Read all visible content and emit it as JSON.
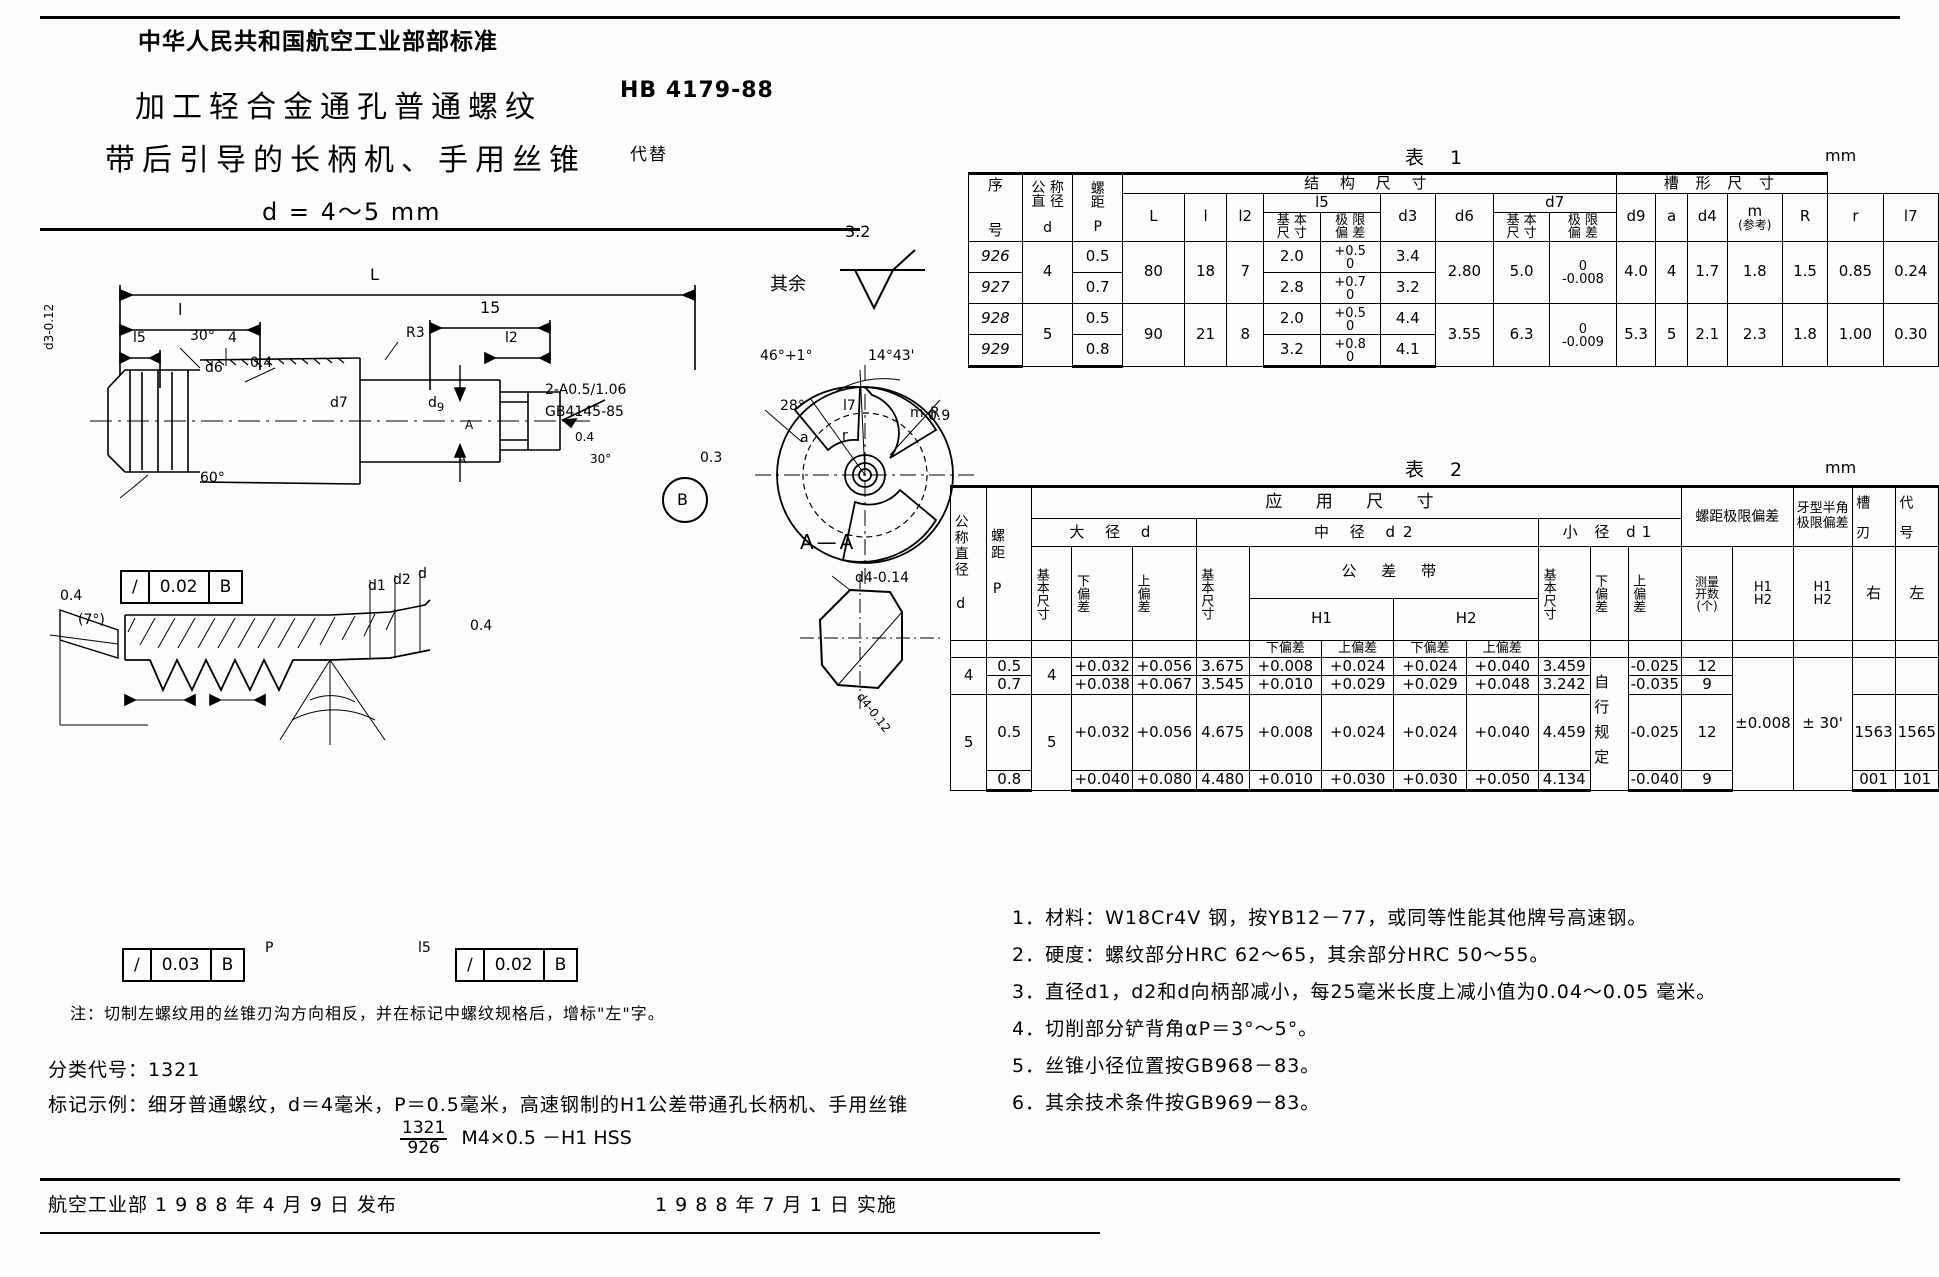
{
  "header": {
    "standard_org": "中华人民共和国航空工业部部标准",
    "title_line1": "加工轻合金通孔普通螺纹",
    "title_line2": "带后引导的长柄机、手用丝锥",
    "title_line3": "d = 4～5 mm",
    "hb_number": "HB 4179-88",
    "replaces_label": "代替"
  },
  "drawing": {
    "surface_note_label": "其余",
    "surface_value": "3.2",
    "section_label": "A—A",
    "dims": {
      "L": "L",
      "l": "l",
      "l5": "l5",
      "l2": "l2",
      "l7": "l7",
      "d3": "d3-0.12",
      "d6": "d6",
      "d7": "d7",
      "d4_tol": "d4-0.14",
      "d4_sect": "d4-0.12",
      "d1": "d1",
      "d2": "d2",
      "d": "d",
      "P": "P",
      "a": "a",
      "r": "r",
      "R": "R",
      "m": "m",
      "ang_30": "30°",
      "ang_60": "60°",
      "ang_46": "46°+1°",
      "ang_28": "28°",
      "ang_1443": "14°43'",
      "ang_7": "(7°)",
      "ang_30b": "30°",
      "chamfer_04": "0.4",
      "chamfer_04b": "0.4",
      "chamfer_04c": "0.4",
      "four": "4",
      "r3": "R3",
      "fifteen": "15",
      "center_note": "2-A0.5/1.06",
      "center_std": "GB4145-85",
      "datum_b": "B",
      "datum_b2": "B",
      "val_09": "0.9",
      "val_03": "0.3"
    },
    "gtol": [
      {
        "sym": "∕",
        "val": "0.02",
        "datum": "B"
      },
      {
        "sym": "∕",
        "val": "0.03",
        "datum": "B"
      },
      {
        "sym": "∕",
        "val": "0.02",
        "datum": "B"
      }
    ]
  },
  "table1": {
    "caption": "表  1",
    "unit": "mm",
    "group_headers": {
      "structure": "结        构        尺        寸",
      "groove": "槽  形  尺  寸"
    },
    "headers": {
      "seq": [
        "序",
        "号"
      ],
      "nominal_d": [
        "公  称",
        "直  径",
        "d"
      ],
      "pitch": [
        "螺",
        "距",
        "P"
      ],
      "L": "L",
      "l": "l",
      "l2": "l2",
      "l5": "l5",
      "basic": [
        "基  本",
        "尺  寸"
      ],
      "limit": [
        "极  限",
        "偏  差"
      ],
      "d3": "d3",
      "d6": "d6",
      "d7": "d7",
      "d9": "d9",
      "a": "a",
      "d4": "d4",
      "m": [
        "m",
        "(参考)"
      ],
      "R": "R",
      "r": "r",
      "l7": "l7"
    },
    "rows": [
      {
        "seq": "926",
        "d": "4",
        "P": "0.5",
        "L": "80",
        "l": "18",
        "l2": "7",
        "l5_basic": "2.0",
        "l5_tol_up": "+0.5",
        "l5_tol_low": "0",
        "d3": "3.4",
        "d6": "2.80",
        "d7_basic": "5.0",
        "d7_tol_up": "0",
        "d7_tol_low": "-0.008",
        "d9": "4.0",
        "a": "4",
        "d4": "1.7",
        "m": "1.8",
        "R": "1.5",
        "r": "0.85",
        "l7": "0.24"
      },
      {
        "seq": "927",
        "d": "4",
        "P": "0.7",
        "L": "80",
        "l": "18",
        "l2": "7",
        "l5_basic": "2.8",
        "l5_tol_up": "+0.7",
        "l5_tol_low": "0",
        "d3": "3.2",
        "d6": "2.80",
        "d7_basic": "5.0",
        "d7_tol_up": "0",
        "d7_tol_low": "-0.008",
        "d9": "4.0",
        "a": "4",
        "d4": "1.7",
        "m": "1.8",
        "R": "1.5",
        "r": "0.85",
        "l7": "0.24"
      },
      {
        "seq": "928",
        "d": "5",
        "P": "0.5",
        "L": "90",
        "l": "21",
        "l2": "8",
        "l5_basic": "2.0",
        "l5_tol_up": "+0.5",
        "l5_tol_low": "0",
        "d3": "4.4",
        "d6": "3.55",
        "d7_basic": "6.3",
        "d7_tol_up": "0",
        "d7_tol_low": "-0.009",
        "d9": "5.3",
        "a": "5",
        "d4": "2.1",
        "m": "2.3",
        "R": "1.8",
        "r": "1.00",
        "l7": "0.30"
      },
      {
        "seq": "929",
        "d": "5",
        "P": "0.8",
        "L": "90",
        "l": "21",
        "l2": "8",
        "l5_basic": "3.2",
        "l5_tol_up": "+0.8",
        "l5_tol_low": "0",
        "d3": "4.1",
        "d6": "3.55",
        "d7_basic": "6.3",
        "d7_tol_up": "0",
        "d7_tol_low": "-0.009",
        "d9": "5.3",
        "a": "5",
        "d4": "2.1",
        "m": "2.3",
        "R": "1.8",
        "r": "1.00",
        "l7": "0.30"
      }
    ]
  },
  "table2": {
    "caption": "表  2",
    "unit": "mm",
    "group_headers": {
      "apply": "应        用        尺        寸",
      "major": "大    径    d",
      "middle": "中    径    d2",
      "minor": "小   径   d1",
      "pitch_dev": "螺距极限偏差",
      "halfangle_dev": "牙型半角极限偏差",
      "blade": "槽  刃",
      "code": "代  号"
    },
    "headers": {
      "nominal_d": [
        "公",
        "称",
        "直",
        "径",
        "d"
      ],
      "pitch": [
        "螺",
        "距",
        "P"
      ],
      "basic": [
        "基",
        "本",
        "尺",
        "寸"
      ],
      "lower_dev": [
        "下",
        "偏",
        "差"
      ],
      "upper_dev": [
        "上",
        "偏",
        "差"
      ],
      "tol_band": "公    差    带",
      "H1": "H1",
      "H2": "H2",
      "lower": "下偏差",
      "upper": "上偏差",
      "meas_turns": [
        "测量",
        "开数",
        "(个)"
      ],
      "h1h2": [
        "H1",
        "H2"
      ],
      "h1h2b": [
        "H1",
        "H2"
      ],
      "right": "右",
      "left": "左"
    },
    "rows": [
      {
        "d": "4",
        "P": "0.5",
        "major_basic": "4",
        "major_low": "+0.032",
        "major_up": "+0.056",
        "mid_basic": "3.675",
        "h1_low": "+0.008",
        "h1_up": "+0.024",
        "h2_low": "+0.024",
        "h2_up": "+0.040",
        "minor_basic": "3.459",
        "minor_low": "自",
        "minor_up": "-0.025",
        "turns": "12",
        "pitch_dev": "±0.008",
        "half_dev": "± 30'",
        "right": "",
        "left": ""
      },
      {
        "d": "4",
        "P": "0.7",
        "major_basic": "4",
        "major_low": "+0.038",
        "major_up": "+0.067",
        "mid_basic": "3.545",
        "h1_low": "+0.010",
        "h1_up": "+0.029",
        "h2_low": "+0.029",
        "h2_up": "+0.048",
        "minor_basic": "3.242",
        "minor_low": "行",
        "minor_up": "-0.035",
        "turns": "9",
        "pitch_dev": "±0.008",
        "half_dev": "± 30'",
        "right": "",
        "left": ""
      },
      {
        "d": "5",
        "P": "0.5",
        "major_basic": "5",
        "major_low": "+0.032",
        "major_up": "+0.056",
        "mid_basic": "4.675",
        "h1_low": "+0.008",
        "h1_up": "+0.024",
        "h2_low": "+0.024",
        "h2_up": "+0.040",
        "minor_basic": "4.459",
        "minor_low": "规",
        "minor_up": "-0.025",
        "turns": "12",
        "pitch_dev": "±0.008",
        "half_dev": "± 30'",
        "right": "1563",
        "left": "1565"
      },
      {
        "d": "5",
        "P": "0.8",
        "major_basic": "5",
        "major_low": "+0.040",
        "major_up": "+0.080",
        "mid_basic": "4.480",
        "h1_low": "+0.010",
        "h1_up": "+0.030",
        "h2_low": "+0.030",
        "h2_up": "+0.050",
        "minor_basic": "4.134",
        "minor_low": "定",
        "minor_up": "-0.040",
        "turns": "9",
        "pitch_dev": "±0.008",
        "half_dev": "± 30'",
        "right": "001",
        "left": "101"
      }
    ],
    "minor_dev_merged": "自行规定"
  },
  "notes": [
    "1．材料：W18Cr4V 钢，按YB12－77，或同等性能其他牌号高速钢。",
    "2．硬度：螺纹部分HRC 62～65，其余部分HRC 50～55。",
    "3．直径d1，d2和d向柄部减小，每25毫米长度上减小值为0.04～0.05 毫米。",
    "4．切削部分铲背角αP＝3°～5°。",
    "5．丝锥小径位置按GB968－83。",
    "6．其余技术条件按GB969－83。"
  ],
  "lower_left": {
    "note_line": "注：切制左螺纹用的丝锥刃沟方向相反，并在标记中螺纹规格后，增标\"左\"字。",
    "class_code": "分类代号：1321",
    "mark_example": "标记示例：细牙普通螺纹，d＝4毫米，P＝0.5毫米，高速钢制的H1公差带通孔长柄机、手用丝锥",
    "mark_frac_num": "1321",
    "mark_frac_den": "926",
    "mark_tail": "M4×0.5 －H1 HSS"
  },
  "footer": {
    "left": "航空工业部 1 9 8 8 年 4 月 9 日   发布",
    "mid": "1 9 8 8 年 7 月 1 日   实施"
  }
}
